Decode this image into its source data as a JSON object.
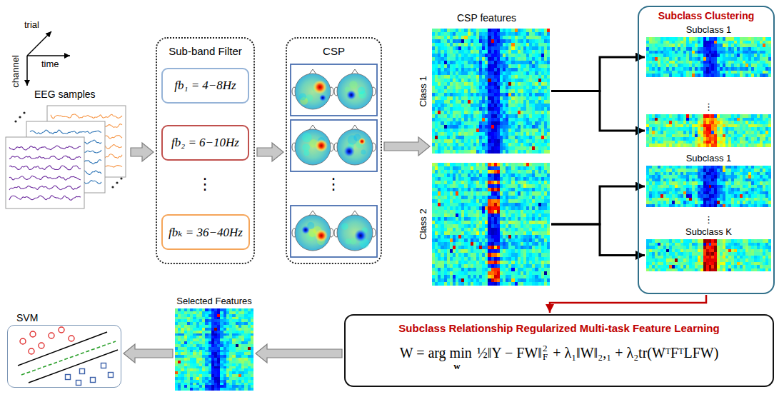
{
  "diagram": {
    "nodes": [
      {
        "text": [
          "EEG samples"
        ]
      },
      {
        "text": [
          "Sub-band Filter"
        ]
      },
      {
        "text": [
          "fb₁ = 4−8Hz"
        ],
        "in": 1
      },
      {
        "text": [
          "fb₂ = 6−10Hz"
        ],
        "in": 1
      },
      {
        "text": [
          "fbₖ = 36−40Hz"
        ],
        "in": 1
      },
      {
        "text": [
          "CSP"
        ]
      },
      {
        "text": [
          "Class 1"
        ]
      },
      {
        "text": [
          "Class 2"
        ]
      },
      {
        "text": [
          "Subclass Clustering"
        ]
      },
      {
        "text": [
          "Subclass 1"
        ],
        "in": 8
      },
      {
        "text": [
          "⋮"
        ],
        "in": 8
      },
      {
        "text": [
          "Subclass 1"
        ],
        "in": 8
      },
      {
        "text": [
          "⋮",
          "Subclass K"
        ],
        "in": 8
      },
      {
        "text": [
          "Subclass Relationship Regularized Multi-task Feature Learning",
          "W = arg min",
          "w",
          "½‖Y − FW‖",
          "2",
          "F",
          "+ λ₁‖W‖₂,₁ + λ₂tr(WᵀFᵀLFW)"
        ]
      },
      {
        "text": [
          "Selected Features"
        ]
      },
      {
        "text": [
          "SVM"
        ]
      }
    ],
    "edges": [
      {
        "from": 0,
        "to": 1,
        "arrow": "to"
      },
      {
        "from": 1,
        "to": 5,
        "arrow": "to"
      },
      {
        "from": 5,
        "to": 6,
        "arrow": "to"
      },
      {
        "from": 6,
        "to": 9,
        "arrow": "to"
      },
      {
        "from": 6,
        "to": 10,
        "arrow": "to"
      },
      {
        "from": 7,
        "to": 11,
        "arrow": "to"
      },
      {
        "from": 7,
        "to": 12,
        "arrow": "to"
      },
      {
        "from": 8,
        "to": 13,
        "arrow": "to"
      },
      {
        "from": 13,
        "to": 14,
        "arrow": "to"
      },
      {
        "from": 14,
        "to": 15,
        "arrow": "to"
      }
    ],
    "labels": [
      "trial",
      "time",
      "channel",
      "⋮",
      "⋮",
      "CSP features"
    ]
  }
}
